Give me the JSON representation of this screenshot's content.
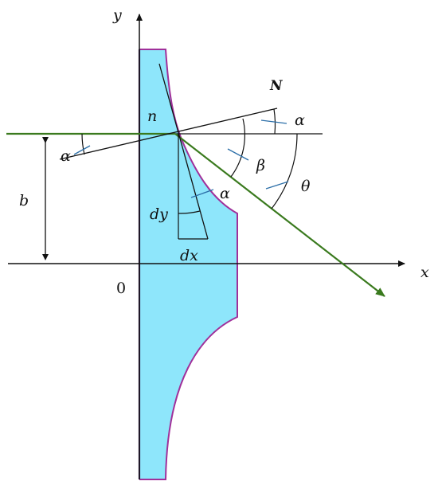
{
  "labels": {
    "y_axis": "y",
    "x_axis": "x",
    "origin": "0",
    "normal_vector": "N",
    "refractive_index": "n",
    "alpha_top": "α",
    "alpha_left": "α",
    "alpha_inner": "α",
    "beta": "β",
    "theta": "θ",
    "height": "b",
    "dy": "dy",
    "dx": "dx"
  },
  "colors": {
    "lens_fill": "#8ee6fb",
    "lens_outline": "#a0309a",
    "ray": "#3a7a1e",
    "axis": "#111111",
    "leader": "#2c6fa8"
  }
}
